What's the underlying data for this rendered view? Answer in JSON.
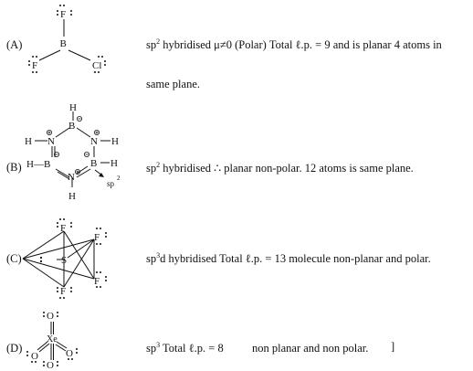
{
  "items": [
    {
      "label": "(A)",
      "text_a": "sp",
      "sup_a": "2",
      "text_b": " hybridised μ≠0 (Polar) Total ℓ.p. = 9 and is planar 4 atoms in",
      "text_cont": "same plane.",
      "atoms": {
        "center": "B",
        "top": "F",
        "left": "F",
        "right": "Cl"
      }
    },
    {
      "label": "(B)",
      "text_a": "sp",
      "sup_a": "2",
      "text_b": " hybridised  ∴  planar non-polar. 12 atoms is same plane.",
      "atoms": {
        "b": "B",
        "n": "N",
        "h": "H",
        "lead": "H—B",
        "hyb": "sp",
        "hyb_sup": "2"
      }
    },
    {
      "label": "(C)",
      "text_a": "sp",
      "sup_a": "3",
      "text_b": "d hybridised Total ℓ.p. = 13 molecule  non-planar and polar.",
      "atoms": {
        "center": "S",
        "f": "F"
      }
    },
    {
      "label": "(D)",
      "text_a": "sp",
      "sup_a": "3",
      "text_b": "  Total ℓ.p. = 8",
      "text_c": "non planar and non polar.",
      "bracket": "]",
      "atoms": {
        "center": "Xe",
        "o": "O"
      }
    }
  ]
}
